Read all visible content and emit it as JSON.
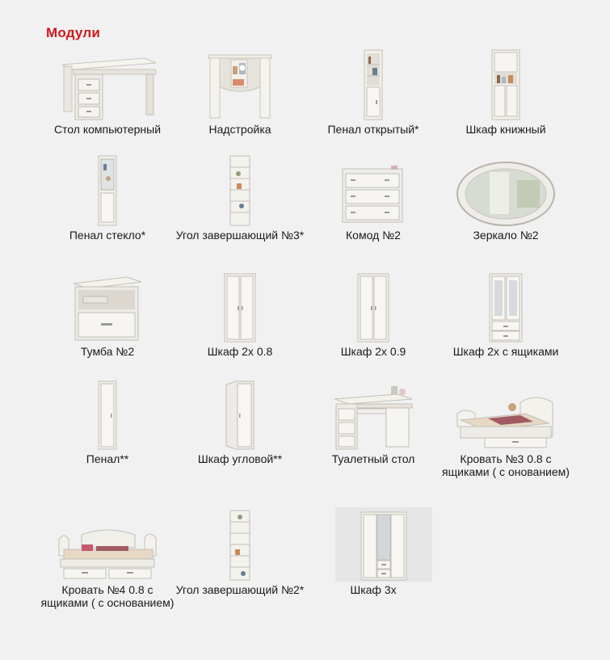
{
  "section": {
    "title": "Модули"
  },
  "items": [
    {
      "label": "Стол компьютерный",
      "icon": "computer-desk-icon"
    },
    {
      "label": "Надстройка",
      "icon": "hutch-icon"
    },
    {
      "label": "Пенал открытый*",
      "icon": "open-cabinet-icon"
    },
    {
      "label": "Шкаф книжный",
      "icon": "bookcase-icon"
    },
    {
      "label": "Пенал стекло*",
      "icon": "glass-cabinet-icon"
    },
    {
      "label": "Угол завершающий №3*",
      "icon": "corner-shelf-icon"
    },
    {
      "label": "Комод №2",
      "icon": "dresser-icon"
    },
    {
      "label": "Зеркало №2",
      "icon": "mirror-icon"
    },
    {
      "label": "Тумба №2",
      "icon": "nightstand-icon"
    },
    {
      "label": "Шкаф 2х 0.8",
      "icon": "wardrobe-icon"
    },
    {
      "label": "Шкаф 2х 0.9",
      "icon": "wardrobe-icon"
    },
    {
      "label": "Шкаф 2х с ящиками",
      "icon": "wardrobe-drawers-icon"
    },
    {
      "label": "Пенал**",
      "icon": "narrow-cabinet-icon"
    },
    {
      "label": "Шкаф угловой**",
      "icon": "corner-wardrobe-icon"
    },
    {
      "label": "Туалетный стол",
      "icon": "vanity-table-icon"
    },
    {
      "label": "Кровать №3 0.8 с ящиками ( с онованием)",
      "icon": "bed-icon"
    },
    {
      "label": "Кровать №4 0.8 с ящиками ( с основанием)",
      "icon": "sofa-bed-icon"
    },
    {
      "label": "Угол завершающий №2*",
      "icon": "corner-shelf-icon"
    },
    {
      "label": "Шкаф 3х",
      "icon": "wardrobe-3-door-icon"
    }
  ]
}
